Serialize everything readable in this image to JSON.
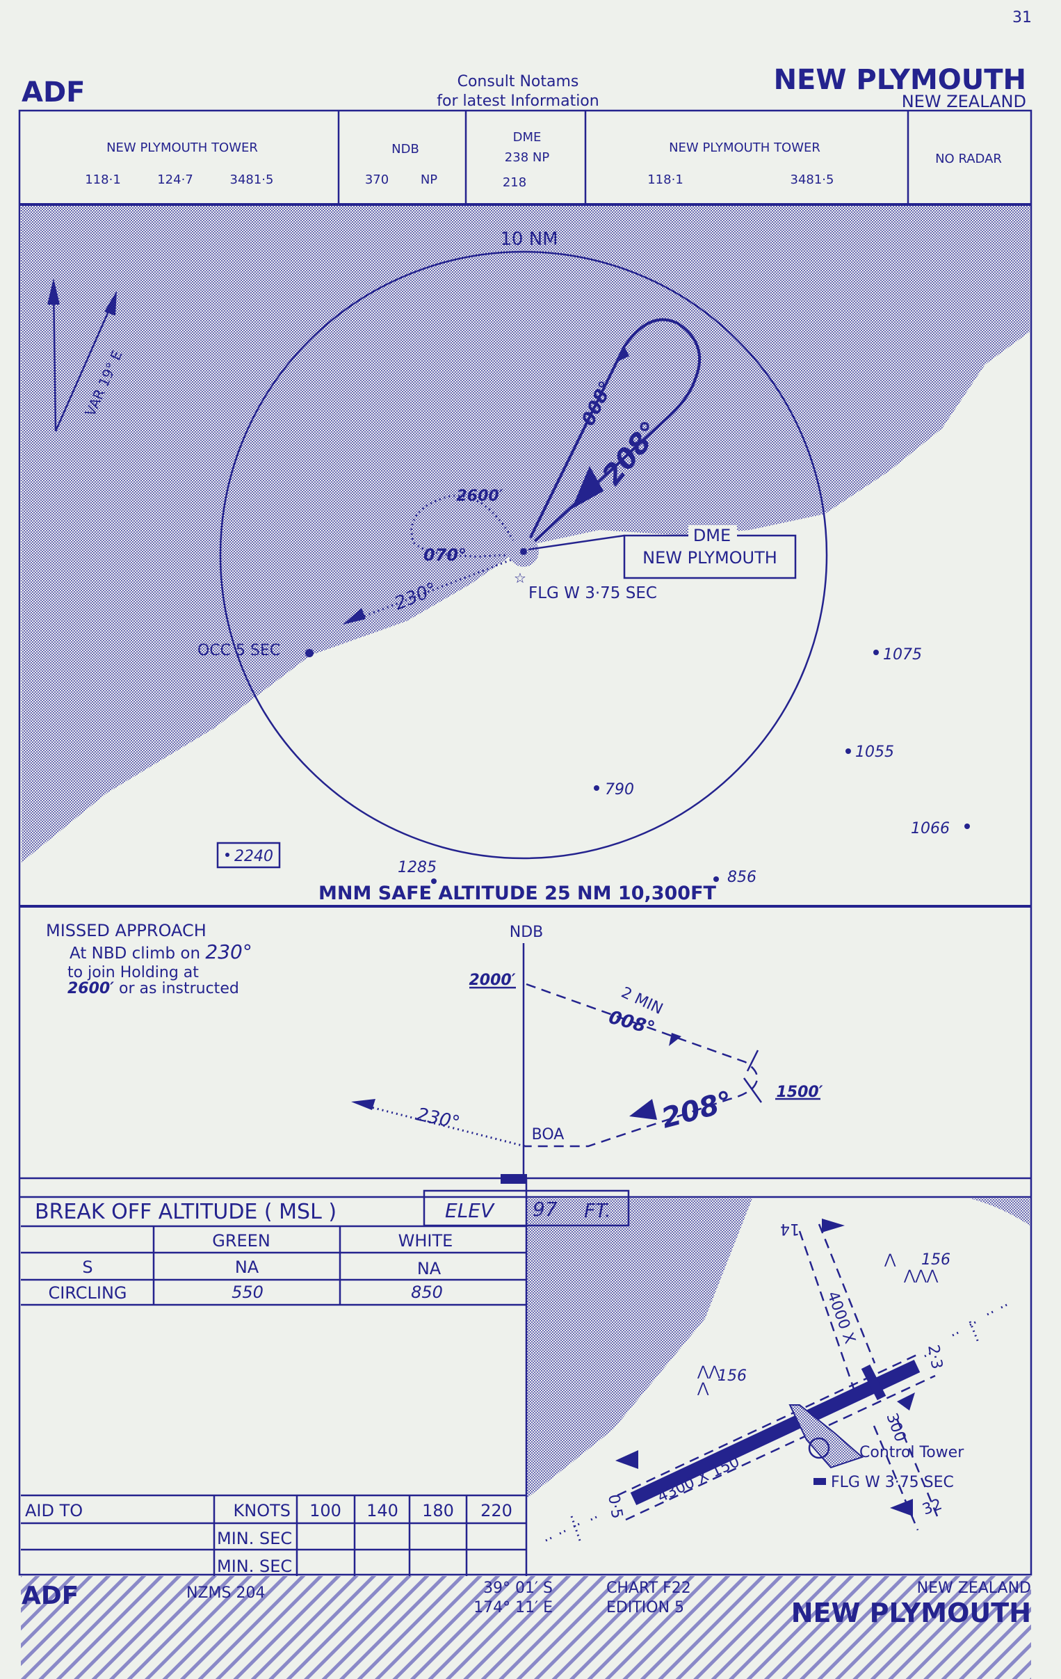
{
  "colors": {
    "ink": "#24238e",
    "paper": "#eef1ec"
  },
  "page_number": "31",
  "header": {
    "type": "ADF",
    "notice_line1": "Consult  Notams",
    "notice_line2": "for  latest  Information",
    "airport": "NEW PLYMOUTH",
    "country": "NEW ZEALAND"
  },
  "comms": {
    "tower1": {
      "label": "NEW PLYMOUTH TOWER",
      "f1": "118·1",
      "f2": "124·7",
      "f3": "3481·5"
    },
    "ndb": {
      "label": "NDB",
      "freq": "370",
      "ident": "NP"
    },
    "dme": {
      "label": "DME",
      "ch": "238  NP",
      "freq": "218"
    },
    "tower2": {
      "label": "NEW PLYMOUTH TOWER",
      "f1": "118·1",
      "f2": "3481·5"
    },
    "radar": "NO   RADAR"
  },
  "plan": {
    "range_ring": "10 NM",
    "variation": "VAR 19° E",
    "outbound": "008°",
    "inbound": "208°",
    "holding_alt": "2600′",
    "procedure_turn": "070°",
    "missed_track": "230°",
    "dme_label": "DME",
    "dme_name": "NEW PLYMOUTH",
    "beacon": "FLG W 3·75 SEC",
    "light": "OCC 5 SEC",
    "spot_heights": [
      "1075",
      "1055",
      "790",
      "1066",
      "2240",
      "1285",
      "856"
    ],
    "msa": "MNM SAFE ALTITUDE 25 NM 10,300FT"
  },
  "profile": {
    "missed_title": "MISSED APPROACH",
    "missed_l1a": "At NBD climb on ",
    "missed_l1b": "230°",
    "missed_l2": "to   join  Holding  at",
    "missed_l3a": "2600′",
    "missed_l3b": " or  as instructed",
    "ndb": "NDB",
    "alt_start": "2000′",
    "time": "2 MIN",
    "outbound": "008°",
    "alt_turn": "1500′",
    "inbound": "208°",
    "boa": "BOA",
    "missed": "230°"
  },
  "minima": {
    "title": "BREAK  OFF  ALTITUDE  ( MSL )",
    "elev_label": "ELEV",
    "elev_value": "97",
    "elev_unit": "FT.",
    "columns": [
      "GREEN",
      "WHITE"
    ],
    "rows": [
      {
        "label": "S",
        "green": "NA",
        "white": "NA"
      },
      {
        "label": "CIRCLING",
        "green": "550",
        "white": "850"
      }
    ]
  },
  "timing": {
    "aid_to": "AID TO",
    "knots": "KNOTS",
    "speeds": [
      "100",
      "140",
      "180",
      "220"
    ],
    "row_label": "MIN. SEC"
  },
  "aerodrome": {
    "rwy_dims": "4300  X  150",
    "rwy_14": "14",
    "rwy_32": "32",
    "strip": "4000  X",
    "strip_300": "300",
    "rwy_05": "0·5",
    "rwy_23": "2·3",
    "obstacle1": "156",
    "obstacle2": "156",
    "control_tower": "Control Tower",
    "beacon": "FLG W 3·75 SEC"
  },
  "footer": {
    "type": "ADF",
    "map_ref": "NZMS  204",
    "lat": "39°  01′  S",
    "lon": "174°  11′  E",
    "chart": "CHART  F22",
    "edition": "EDITION  5",
    "country": "NEW  ZEALAND",
    "airport": "NEW PLYMOUTH"
  }
}
